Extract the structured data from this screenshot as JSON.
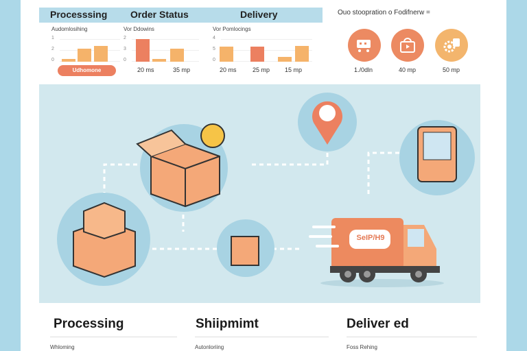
{
  "header": {
    "tabs": [
      "Processsing",
      "Order Status",
      "Delivery"
    ]
  },
  "chart_data": [
    {
      "type": "bar",
      "title": "Audomlosihing",
      "yticks": [
        "1",
        "2",
        "0"
      ],
      "values": [
        0.1,
        0.55,
        0.65
      ],
      "colors": [
        "#f5b36a",
        "#f5b36a",
        "#f5b36a"
      ],
      "categories": [],
      "button": "Udhomone"
    },
    {
      "type": "bar",
      "title": "Vor Ddowins",
      "yticks": [
        "2",
        "3",
        "0"
      ],
      "values": [
        0.95,
        0.12,
        0.55
      ],
      "colors": [
        "#ec8060",
        "#f5b36a",
        "#f5b36a"
      ],
      "categories": [
        "20 ms",
        "35 mp"
      ]
    },
    {
      "type": "bar",
      "title": "Vor Pomlocings",
      "yticks": [
        "4",
        "5",
        "0"
      ],
      "values": [
        0.62,
        0.64,
        0.2,
        0.66
      ],
      "colors": [
        "#f5b36a",
        "#ec8060",
        "#f5b36a",
        "#f5b36a"
      ],
      "categories": [
        "20 ms",
        "25 mp",
        "15 mp"
      ]
    }
  ],
  "stats": {
    "title": "Ouo stoopration o Fodifnerw =",
    "items": [
      {
        "icon": "cart-icon",
        "label": "1./0dln",
        "color": "#ec8a62"
      },
      {
        "icon": "video-bag-icon",
        "label": "40 mp",
        "color": "#ec8a62"
      },
      {
        "icon": "gear-document-icon",
        "label": "50 mp",
        "color": "#f3b56d"
      }
    ]
  },
  "truck": {
    "label": "SeIP/H9"
  },
  "sections": [
    {
      "title": "Processing",
      "sub": "Whloming"
    },
    {
      "title": "Shiipmimt",
      "sub": "Autonloriing"
    },
    {
      "title": "Deliver ed",
      "sub": "Foss Rehing"
    }
  ]
}
